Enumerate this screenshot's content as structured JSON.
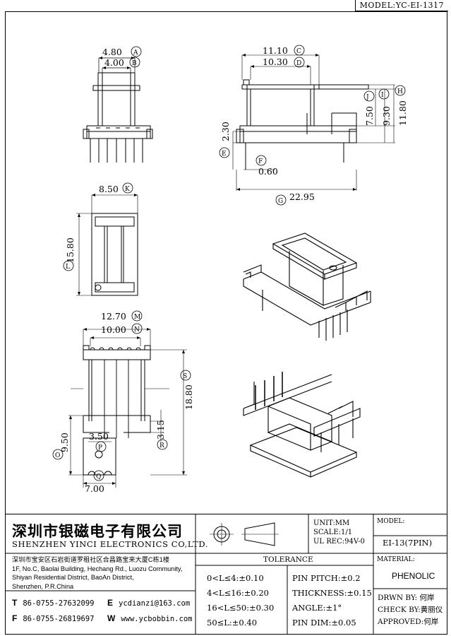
{
  "model_label": "MODEL:YC-EI-1317",
  "dimensions": {
    "a": {
      "value": "4.80",
      "tag": "A"
    },
    "b": {
      "value": "4.00",
      "tag": "B"
    },
    "c": {
      "value": "11.10",
      "tag": "C"
    },
    "d": {
      "value": "10.30",
      "tag": "D"
    },
    "e": {
      "value": "2.30",
      "tag": "E"
    },
    "f": {
      "value": "0.60",
      "tag": "F"
    },
    "g": {
      "value": "22.95",
      "tag": "G"
    },
    "h": {
      "value": "11.80",
      "tag": "H"
    },
    "i": {
      "value": "9.30",
      "tag": "I"
    },
    "j": {
      "value": "7.50",
      "tag": "J"
    },
    "k": {
      "value": "8.50",
      "tag": "K"
    },
    "l": {
      "value": "15.80",
      "tag": "L"
    },
    "m": {
      "value": "12.70",
      "tag": "M"
    },
    "n": {
      "value": "10.00",
      "tag": "N"
    },
    "o": {
      "value": "9.50",
      "tag": "O"
    },
    "p": {
      "value": "3.50",
      "tag": "P"
    },
    "q": {
      "value": "7.00",
      "tag": "Q"
    },
    "r": {
      "value": "3.15",
      "tag": "R"
    },
    "s": {
      "value": "18.80",
      "tag": "S"
    }
  },
  "company": {
    "name_cn": "深圳市银磁电子有限公司",
    "name_en": "SHENZHEN YINCI ELECTRONICS CO,LTD.",
    "address_cn": "深圳市宝安区石岩街道罗租社区合昌路宝来大厦C栋1楼",
    "address_en": [
      "1F, No.C, Baolai Building, Hechang Rd., Luozu Community,",
      "Shiyan Residential District, BaoAn District,",
      "Shenzhen, P.R.China"
    ],
    "tel_label": "T",
    "tel": "86-0755-27632099",
    "fax_label": "F",
    "fax": "86-0755-26819697",
    "email_label": "E",
    "email": "ycdianzi@163.com",
    "web_label": "W",
    "web": "www.ycbobbin.com"
  },
  "unit": [
    "UNIT:MM",
    "SCALE:1/1",
    "UL REC:94V-0"
  ],
  "model_name_label": "MODEL:",
  "model_name": "EI-13(7PIN)",
  "material_label": "MATERIAL:",
  "material": "PHENOLIC",
  "tolerance_title": "TOLERANCE",
  "tolerance_left": [
    "0<L≤4:±0.10",
    "4<L≤16:±0.20",
    "16<L≤50:±0.30",
    "50≤L:±0.40"
  ],
  "tolerance_right": [
    "PIN PITCH:±0.2",
    "THICKNESS:±0.15",
    "ANGLE:±1°",
    "PIN DIM:±0.05"
  ],
  "drawn_by": "DRWN BY: 何岸",
  "check_by": "CHECK BY:黄丽仪",
  "approved": "APPROVED:何岸"
}
